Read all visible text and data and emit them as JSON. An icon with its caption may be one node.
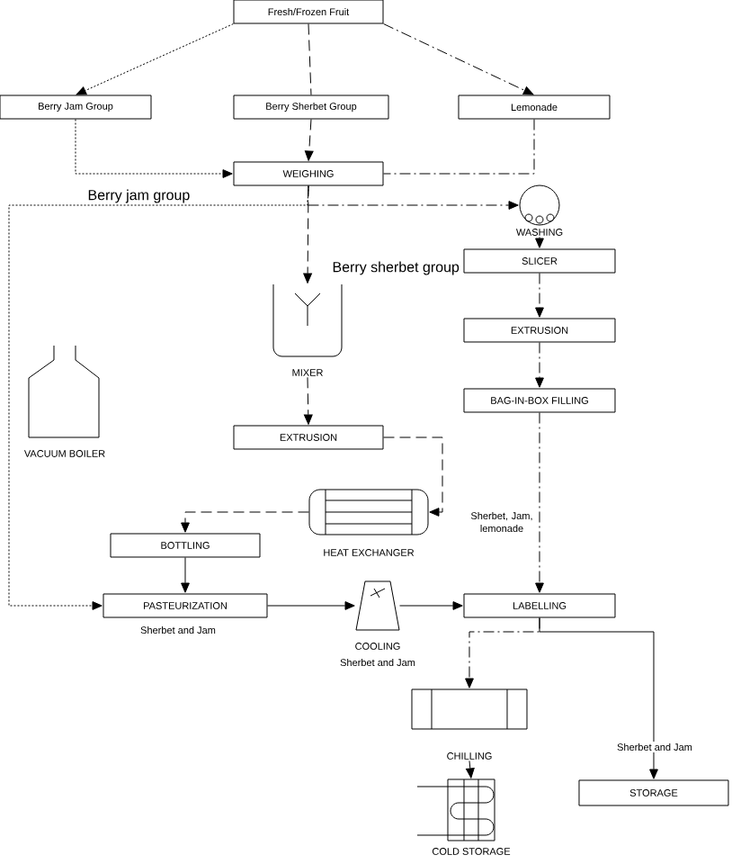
{
  "diagram": {
    "nodes": [
      {
        "text": [
          "Fresh/Frozen Fruit"
        ]
      },
      {
        "text": [
          "Berry Jam Group"
        ]
      },
      {
        "text": [
          "Berry Sherbet Group"
        ]
      },
      {
        "text": [
          "Lemonade"
        ]
      },
      {
        "text": [
          "WEIGHING"
        ]
      },
      {
        "text": [
          "WASHING"
        ]
      },
      {
        "text": [
          "SLICER"
        ]
      },
      {
        "text": [
          "EXTRUSION"
        ]
      },
      {
        "text": [
          "BAG-IN-BOX FILLING"
        ]
      },
      {
        "text": [
          "MIXER"
        ]
      },
      {
        "text": [
          "VACUUM BOILER"
        ]
      },
      {
        "text": [
          "EXTRUSION"
        ]
      },
      {
        "text": [
          "HEAT EXCHANGER"
        ]
      },
      {
        "text": [
          "BOTTLING"
        ]
      },
      {
        "text": [
          "PASTEURIZATION"
        ]
      },
      {
        "text": [
          "COOLING"
        ],
        "beside": [
          "Sherbet and Jam"
        ]
      },
      {
        "text": [
          "LABELLING"
        ]
      },
      {
        "text": [
          "CHILLING"
        ]
      },
      {
        "text": [
          "COLD STORAGE"
        ]
      },
      {
        "text": [
          "STORAGE"
        ]
      }
    ],
    "edges": [
      {
        "from": 0,
        "to": 1,
        "arrow": "to",
        "style": "dashed"
      },
      {
        "from": 0,
        "to": 2,
        "arrow": "none",
        "style": "dashed"
      },
      {
        "from": 0,
        "to": 3,
        "arrow": "to",
        "style": "dashed"
      },
      {
        "from": 1,
        "to": 4,
        "arrow": "to",
        "style": "dashed"
      },
      {
        "from": 2,
        "to": 4,
        "arrow": "to",
        "style": "dashed"
      },
      {
        "from": 3,
        "to": 4,
        "arrow": "none",
        "style": "dashed"
      },
      {
        "from": 4,
        "to": 5,
        "arrow": "to",
        "style": "dashed"
      },
      {
        "from": 4,
        "to": 14,
        "arrow": "to",
        "style": "dashed"
      },
      {
        "from": 4,
        "to": 9,
        "arrow": "to",
        "style": "dashed"
      },
      {
        "from": 5,
        "to": 6,
        "arrow": "to",
        "style": "dashed"
      },
      {
        "from": 6,
        "to": 7,
        "arrow": "to",
        "style": "dashed"
      },
      {
        "from": 7,
        "to": 8,
        "arrow": "to",
        "style": "dashed"
      },
      {
        "from": 8,
        "to": 16,
        "arrow": "to",
        "style": "dashed"
      },
      {
        "from": 9,
        "to": 11,
        "arrow": "to",
        "style": "dashed"
      },
      {
        "from": 11,
        "to": 12,
        "arrow": "to",
        "style": "dashed"
      },
      {
        "from": 12,
        "to": 13,
        "arrow": "to",
        "style": "dashed"
      },
      {
        "from": 13,
        "to": 14,
        "arrow": "to"
      },
      {
        "from": 14,
        "to": 15,
        "arrow": "to"
      },
      {
        "from": 15,
        "to": 16,
        "arrow": "to"
      },
      {
        "from": 16,
        "to": 17,
        "arrow": "to",
        "style": "dashed"
      },
      {
        "from": 16,
        "to": 19,
        "arrow": "to",
        "label": "Sherbet and Jam"
      },
      {
        "from": 17,
        "to": 18,
        "arrow": "to",
        "style": "dashed"
      }
    ],
    "labels": [
      "Berry jam group",
      "Berry sherbet group",
      "Sherbet, Jam, lemonade",
      "Sherbet and Jam"
    ]
  }
}
